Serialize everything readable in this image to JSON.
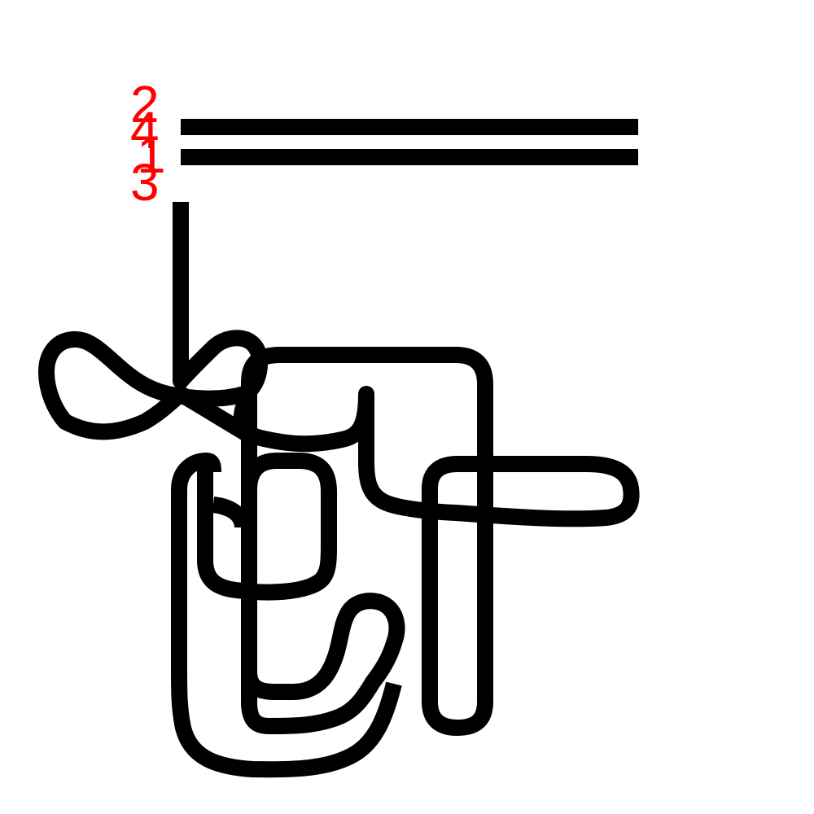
{
  "colors": {
    "ink": "#000000",
    "label": "#ff0000",
    "background": "#ffffff"
  },
  "stroke_labels": {
    "s1": "1",
    "s2": "2",
    "s3": "3",
    "s4": "4"
  }
}
